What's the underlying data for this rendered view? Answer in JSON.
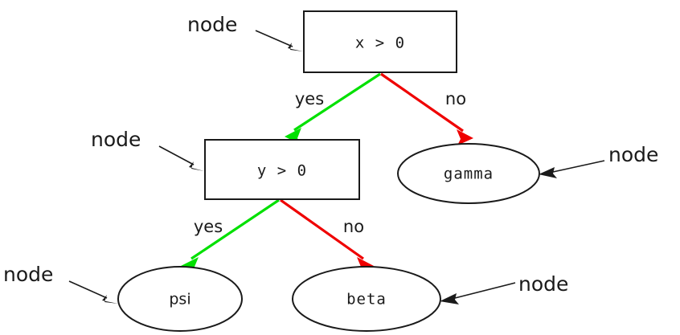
{
  "diagram": {
    "type": "decision-tree-flowchart",
    "background_color": "#ffffff",
    "colors": {
      "yes_edge": "#00e000",
      "no_edge": "#ef0000",
      "stroke": "#1a1a1a",
      "shape_fill": "#ffffff"
    },
    "nodes": [
      {
        "id": "root",
        "shape": "rectangle",
        "label": "x > 0",
        "role": "decision"
      },
      {
        "id": "second",
        "shape": "rectangle",
        "label": "y > 0",
        "role": "decision"
      },
      {
        "id": "gamma",
        "shape": "ellipse",
        "label": "gamma",
        "role": "leaf"
      },
      {
        "id": "psi",
        "shape": "ellipse",
        "label": "psi",
        "role": "leaf"
      },
      {
        "id": "beta",
        "shape": "ellipse",
        "label": "beta",
        "role": "leaf"
      }
    ],
    "edges": [
      {
        "id": "root-yes",
        "from": "root",
        "to": "second",
        "label": "yes",
        "color": "#00e000"
      },
      {
        "id": "root-no",
        "from": "root",
        "to": "gamma",
        "label": "no",
        "color": "#ef0000"
      },
      {
        "id": "second-yes",
        "from": "second",
        "to": "psi",
        "label": "yes",
        "color": "#00e000"
      },
      {
        "id": "second-no",
        "from": "second",
        "to": "beta",
        "label": "no",
        "color": "#ef0000"
      }
    ],
    "annotations": [
      {
        "id": "annot-root",
        "label": "node",
        "targets": "root"
      },
      {
        "id": "annot-second",
        "label": "node",
        "targets": "second"
      },
      {
        "id": "annot-gamma",
        "label": "node",
        "targets": "gamma"
      },
      {
        "id": "annot-psi",
        "label": "node",
        "targets": "psi"
      },
      {
        "id": "annot-beta",
        "label": "node",
        "targets": "beta"
      }
    ]
  }
}
